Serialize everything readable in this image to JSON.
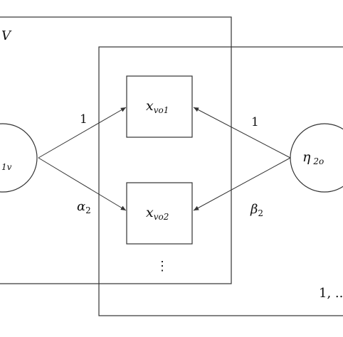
{
  "colors": {
    "stroke": "#333333",
    "background": "#ffffff"
  },
  "plates": {
    "outer": {
      "label": "V"
    },
    "inner": {
      "label": "1, .."
    }
  },
  "nodes": {
    "x1": {
      "main": "x",
      "sub": "vo1"
    },
    "x2": {
      "main": "x",
      "sub": "vo2"
    },
    "eta_left": {
      "sub": "1v"
    },
    "eta_right": {
      "main": "η",
      "sub": "2o"
    }
  },
  "edges": {
    "left_top": {
      "label": "1"
    },
    "left_bottom": {
      "main": "α",
      "sub": "2"
    },
    "right_top": {
      "label": "1"
    },
    "right_bottom": {
      "main": "β",
      "sub": "2"
    }
  },
  "ellipsis": "⋮"
}
